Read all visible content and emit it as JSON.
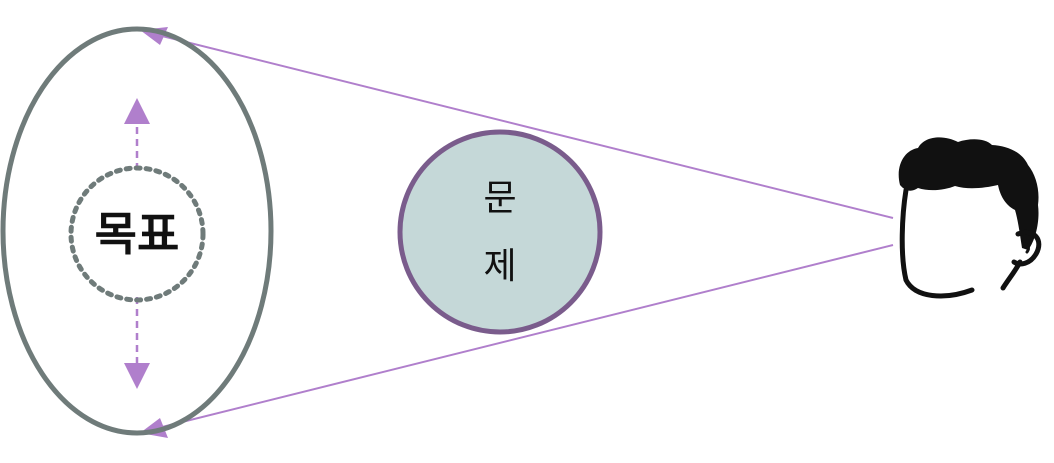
{
  "labels": {
    "goal": "목표",
    "problem_line1": "문",
    "problem_line2": "제"
  },
  "icons": {
    "viewer": "person-head-icon"
  },
  "colors": {
    "outer_ellipse_stroke": "#6f7b7a",
    "dotted_circle_stroke": "#6f7b7a",
    "arrow": "#b07fcc",
    "sight_line": "#b07fcc",
    "problem_fill": "#c5d8d8",
    "problem_stroke": "#7a5c8c",
    "head": "#111111"
  }
}
